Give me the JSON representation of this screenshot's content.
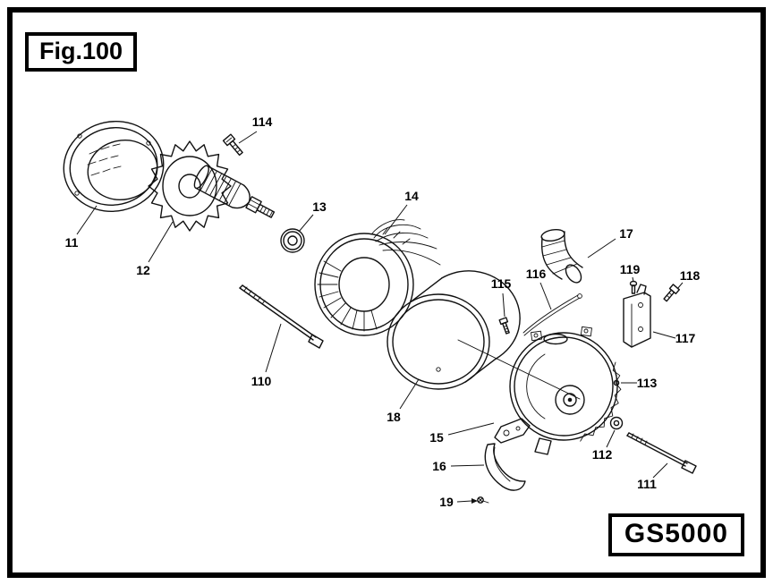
{
  "figure": {
    "title": "Fig.100",
    "model": "GS5000"
  },
  "parts": [
    {
      "label": "11"
    },
    {
      "label": "12"
    },
    {
      "label": "13"
    },
    {
      "label": "14"
    },
    {
      "label": "15"
    },
    {
      "label": "16"
    },
    {
      "label": "17"
    },
    {
      "label": "18"
    },
    {
      "label": "19"
    },
    {
      "label": "110"
    },
    {
      "label": "111"
    },
    {
      "label": "112"
    },
    {
      "label": "113"
    },
    {
      "label": "114"
    },
    {
      "label": "115"
    },
    {
      "label": "116"
    },
    {
      "label": "117"
    },
    {
      "label": "118"
    },
    {
      "label": "119"
    }
  ]
}
